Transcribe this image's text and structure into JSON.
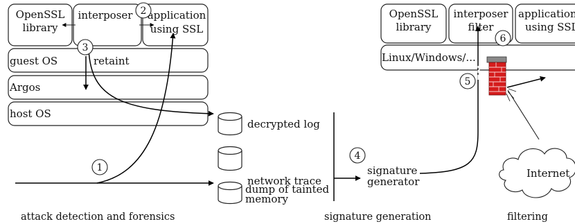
{
  "left": {
    "openssl": [
      "OpenSSL",
      "library"
    ],
    "interposer": "interposer",
    "application": [
      "application",
      "using SSL"
    ],
    "guest_os": "guest OS",
    "retaint": "retaint",
    "argos": "Argos",
    "host_os": "host OS"
  },
  "right": {
    "openssl": [
      "OpenSSL",
      "library"
    ],
    "interposer": [
      "interposer",
      "filter"
    ],
    "application": [
      "application",
      "using SSL"
    ],
    "os": "Linux/Windows/..."
  },
  "storage": {
    "decrypted_log": "decrypted log",
    "network_trace": "network trace",
    "dump": [
      "dump of tainted",
      "memory"
    ]
  },
  "generator": [
    "signature",
    "generator"
  ],
  "internet": "Internet",
  "steps": [
    "1",
    "2",
    "3",
    "4",
    "5",
    "6"
  ],
  "captions": {
    "left": "attack detection and forensics",
    "middle": "signature generation",
    "right": "filtering"
  },
  "colors": {
    "firewall_brick": "#d51c1c",
    "firewall_cap": "#8a8a8a"
  }
}
